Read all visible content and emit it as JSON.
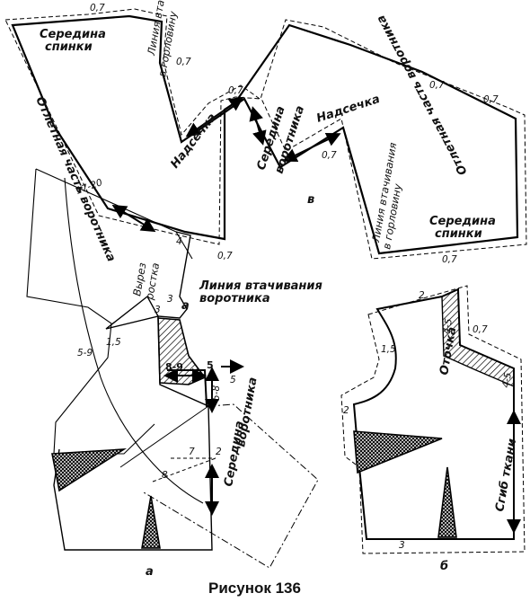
{
  "figure": {
    "caption": "Рисунок 136",
    "panel_a": "а",
    "panel_b": "б",
    "panel_v": "в"
  },
  "collar_top": {
    "seredina_spinki_1a": "Середина",
    "seredina_spinki_1b": "спинки",
    "liniya_1a": "Линия втачивания",
    "liniya_1b": "в горловину",
    "otletnaya_1": "Отлетная часть воротника",
    "nadsechka_1": "Надсечка",
    "seredina_vorotnika_a": "Середина",
    "seredina_vorotnika_b": "воротника",
    "nadsechka_2": "Надсечка",
    "liniya_2a": "Линия втачивания",
    "liniya_2b": "в горловину",
    "otletnaya_2": "Отлетная часть воротника",
    "seredina_spinki_2a": "Середина",
    "seredina_spinki_2b": "спинки",
    "allowances": [
      "0,7",
      "0,7",
      "0,7",
      "0,7",
      "0,7",
      "0,7",
      "0,7",
      "0,7"
    ]
  },
  "pattern_a": {
    "m_17_20": "17-20",
    "m_4": "4",
    "vyrez_a": "Вырез",
    "vyrez_b": "ростка",
    "liniya_a": "Линия втачивания",
    "liniya_b": "воротника",
    "pt_a": "a",
    "m_3": "3",
    "m_3b": "3",
    "m_1_5": "1,5",
    "m_5_9": "5-9",
    "m_8_9": "8-9",
    "m_5": "5",
    "m_5b": "5",
    "m_5_8": "5-8",
    "seredina_vor_a": "Середина",
    "seredina_vor_b": "воротника",
    "m_7": "7",
    "m_2": "2",
    "m_8": "8"
  },
  "pattern_b": {
    "m_2a": "2",
    "m_4_5a": "4-5",
    "m_0_7": "0,7",
    "m_1_5": "1,5",
    "otochka": "Оточка",
    "m_4_5b": "4-5",
    "m_2b": "2",
    "sgib": "Сгиб ткани",
    "m_3": "3"
  }
}
